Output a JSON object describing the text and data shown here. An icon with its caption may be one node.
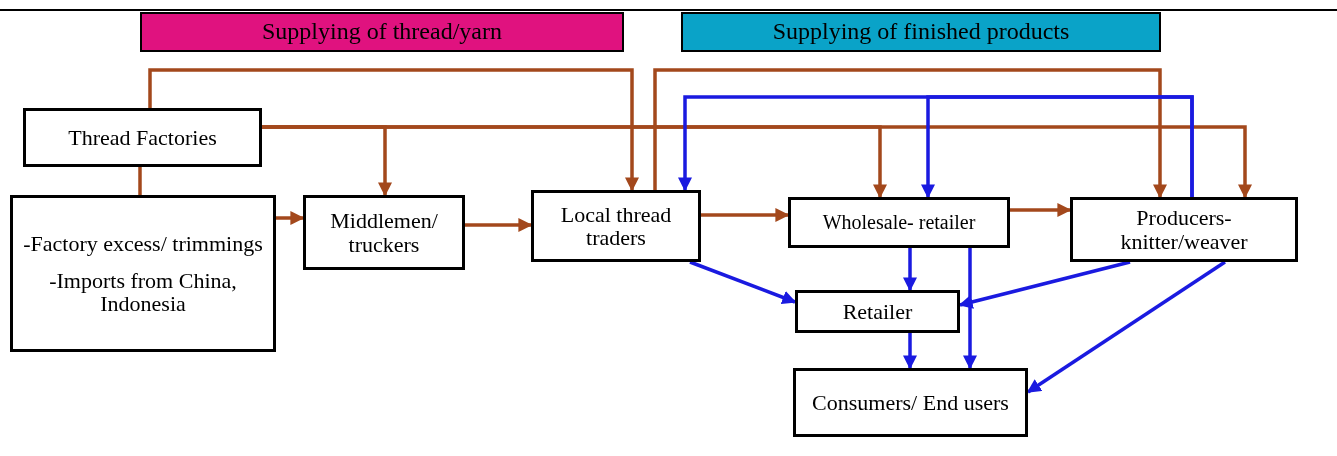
{
  "diagram": {
    "nodes": [
      {
        "text": [
          "Supplying of thread/yarn"
        ]
      },
      {
        "text": [
          "Supplying of finished products"
        ]
      },
      {
        "text": [
          "Thread Factories"
        ]
      },
      {
        "text": [
          "-Factory excess/ trimmings",
          "-Imports from China, Indonesia"
        ]
      },
      {
        "text": [
          "Middlemen/ truckers"
        ]
      },
      {
        "text": [
          "Local thread traders"
        ]
      },
      {
        "text": [
          "Wholesale- retailer"
        ]
      },
      {
        "text": [
          "Producers- knitter/weaver"
        ]
      },
      {
        "text": [
          "Retailer"
        ]
      },
      {
        "text": [
          "Consumers/ End users"
        ]
      }
    ],
    "edges": [
      {
        "from": 2,
        "to": 5,
        "arrow": "to"
      },
      {
        "from": 2,
        "to": 4,
        "arrow": "to"
      },
      {
        "from": 2,
        "to": 6,
        "arrow": "to"
      },
      {
        "from": 2,
        "to": 7,
        "arrow": "to"
      },
      {
        "from": 2,
        "to": 3,
        "arrow": "none"
      },
      {
        "from": 3,
        "to": 4,
        "arrow": "to"
      },
      {
        "from": 4,
        "to": 5,
        "arrow": "to"
      },
      {
        "from": 5,
        "to": 6,
        "arrow": "to"
      },
      {
        "from": 6,
        "to": 7,
        "arrow": "to"
      },
      {
        "from": 5,
        "to": 7,
        "arrow": "to"
      },
      {
        "from": 7,
        "to": 5,
        "arrow": "to",
        "color": "#1a1ae0"
      },
      {
        "from": 7,
        "to": 6,
        "arrow": "to",
        "color": "#1a1ae0"
      },
      {
        "from": 6,
        "to": 8,
        "arrow": "to",
        "color": "#1a1ae0"
      },
      {
        "from": 6,
        "to": 9,
        "arrow": "to",
        "color": "#1a1ae0"
      },
      {
        "from": 5,
        "to": 8,
        "arrow": "to",
        "color": "#1a1ae0"
      },
      {
        "from": 7,
        "to": 8,
        "arrow": "to",
        "color": "#1a1ae0"
      },
      {
        "from": 7,
        "to": 9,
        "arrow": "to",
        "color": "#1a1ae0"
      },
      {
        "from": 8,
        "to": 9,
        "arrow": "to",
        "color": "#1a1ae0"
      }
    ]
  }
}
